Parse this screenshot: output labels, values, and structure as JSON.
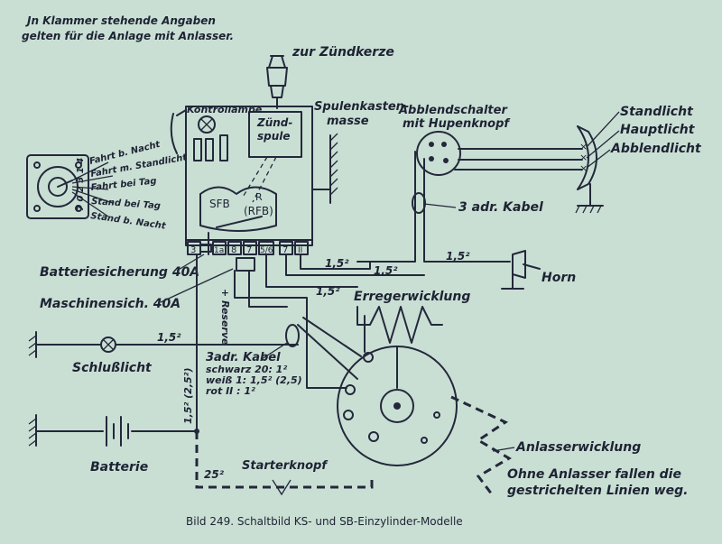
{
  "note": {
    "line1": "Jn Klammer stehende Angaben",
    "line2": "gelten für die Anlage mit Anlasser."
  },
  "labels": {
    "zuendkerze": "zur Zündkerze",
    "kontrollampe": "Kontrollampe",
    "zuendspule_1": "Zünd-",
    "zuendspule_2": "spule",
    "spulenkasten_1": "Spulenkasten-",
    "spulenkasten_2": "masse",
    "abblendschalter_1": "Abblendschalter",
    "abblendschalter_2": "mit Hupenknopf",
    "standlicht": "Standlicht",
    "hauptlicht": "Hauptlicht",
    "abblendlicht": "Abblendlicht",
    "kabel3_right": "3 adr. Kabel",
    "horn": "Horn",
    "erreger": "Erregerwicklung",
    "batteriesicherung": "Batteriesicherung 40A",
    "maschinensicherung": "Maschinensich. 40A",
    "reserve": "+ Reserve",
    "schlusslicht": "Schlußlicht",
    "kabel3_left": "3adr. Kabel",
    "kabel_schwarz": "schwarz 20: 1²",
    "kabel_weiss": "weiß 1: 1,5² (2,5)",
    "kabel_rot": "rot II : 1²",
    "batterie": "Batterie",
    "starterknopf": "Starterknopf",
    "anlasserwicklung": "Anlasserwicklung",
    "ohne_1": "Ohne Anlasser fallen die",
    "ohne_2": "gestrichelten Linien weg.",
    "sfb": "SFB",
    "r": "R",
    "rfb": "(RFB)",
    "caption": "Bild 249.  Schaltbild KS- und SB-Einzylinder-Modelle"
  },
  "switch_positions": [
    "Fahrt b. Nacht",
    "Fahrt m. Standlicht",
    "Fahrt bei Tag",
    "Stand bei Tag",
    "Stand b. Nacht"
  ],
  "switch_digits": "7 0 2 3 1 4",
  "terminals": [
    "3",
    "1a",
    "8",
    "7",
    "5/6",
    "7",
    "II"
  ],
  "wire_sizes": {
    "w1": "1,5²",
    "w2": "1,5²",
    "w3": "1,5²",
    "w4": "1,5²",
    "w5": "1,5²",
    "vertical": "1,5² (2,5²)",
    "starter": "25²"
  }
}
